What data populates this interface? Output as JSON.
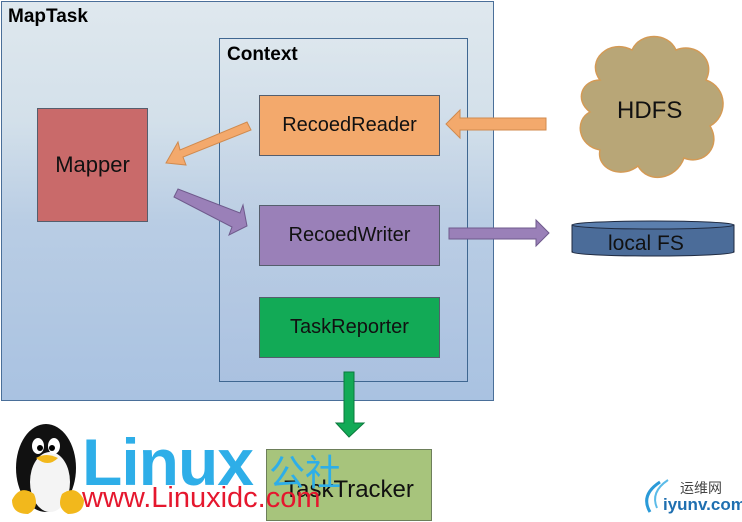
{
  "diagram": {
    "maptask": {
      "title": "MapTask"
    },
    "context": {
      "title": "Context"
    },
    "nodes": {
      "mapper": "Mapper",
      "record_reader": "RecoedReader",
      "record_writer": "RecoedWriter",
      "task_reporter": "TaskReporter",
      "task_tracker": "TaskTracker",
      "hdfs": "HDFS",
      "local_fs": "local FS"
    },
    "edges": [
      {
        "from": "HDFS",
        "to": "RecoedReader",
        "color": "#f3a96c"
      },
      {
        "from": "RecoedReader",
        "to": "Mapper",
        "color": "#f3a96c"
      },
      {
        "from": "Mapper",
        "to": "RecoedWriter",
        "color": "#9a80b8"
      },
      {
        "from": "RecoedWriter",
        "to": "local FS",
        "color": "#9a80b8"
      },
      {
        "from": "TaskReporter",
        "to": "TaskTracker",
        "color": "#12aa56"
      }
    ],
    "colors": {
      "mapper": "#c96a6a",
      "reader": "#f3a96c",
      "writer": "#9a80b8",
      "reporter": "#12aa56",
      "tracker": "#a7c47c",
      "hdfs": "#b8a677",
      "local_fs": "#4b6c99"
    }
  },
  "watermarks": {
    "linux_word": "Linux",
    "linux_cn": "公社",
    "linux_url": "www.Linuxidc.com",
    "iyunv_cn": "运维网",
    "iyunv_url": "iyunv.com"
  }
}
